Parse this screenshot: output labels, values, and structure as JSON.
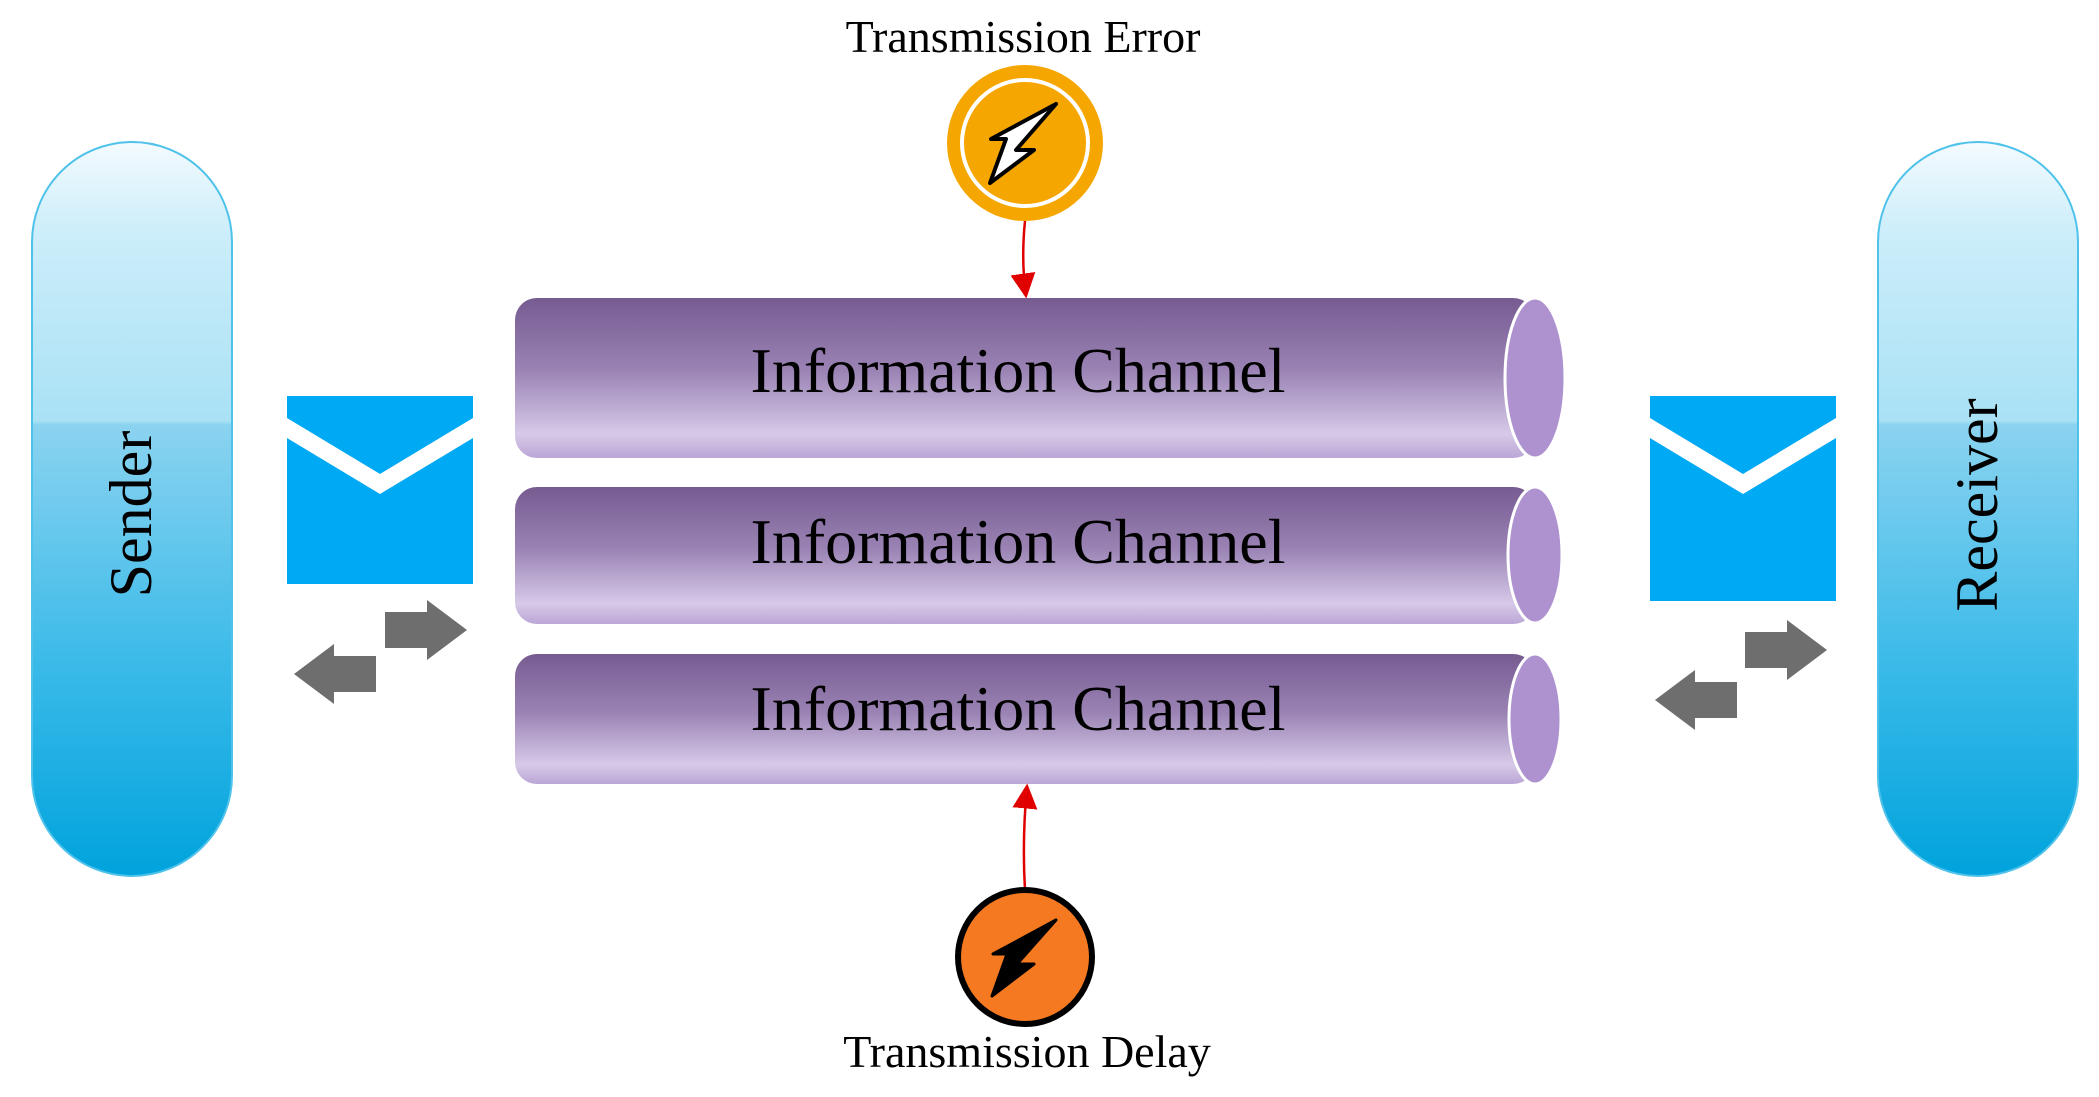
{
  "labels": {
    "sender": "Sender",
    "receiver": "Receiver",
    "transmission_error": "Transmission Error",
    "transmission_delay": "Transmission Delay"
  },
  "channels": [
    {
      "label": "Information Channel"
    },
    {
      "label": "Information Channel"
    },
    {
      "label": "Information Channel"
    }
  ],
  "icons": {
    "error": "lightning-bolt-icon",
    "delay": "lightning-bolt-icon",
    "message": "envelope-icon",
    "exchange": "bidirectional-arrows-icon"
  },
  "colors": {
    "party_top": "#d7f0fa",
    "party_bottom": "#00a6e0",
    "envelope": "#00a9f4",
    "channel_dark": "#7b6296",
    "channel_light": "#d4c6e6",
    "channel_end": "#ad92cf",
    "error_badge": "#f6a600",
    "delay_badge": "#f47920",
    "arrow_gray": "#6e6e6e",
    "connector_red": "#e00000"
  }
}
